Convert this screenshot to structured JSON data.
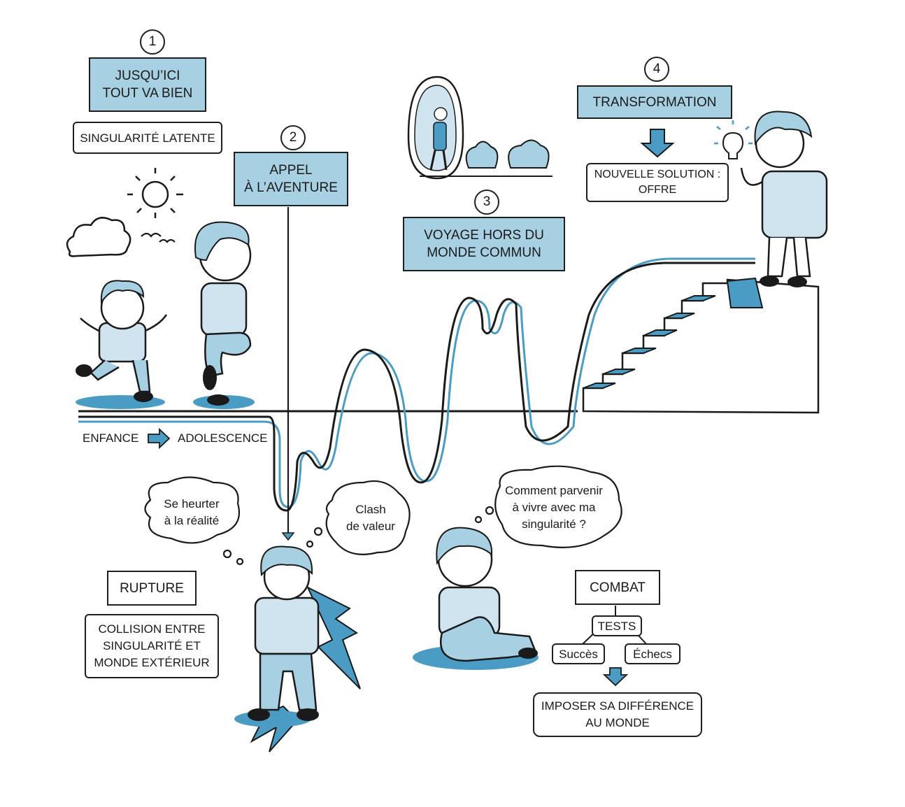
{
  "steps": [
    {
      "number": "1",
      "title": [
        "JUSQU’ICI",
        "TOUT VA BIEN"
      ],
      "subtitle": "SINGULARITÉ LATENTE"
    },
    {
      "number": "2",
      "title": [
        "APPEL",
        "À L’AVENTURE"
      ]
    },
    {
      "number": "3",
      "title": [
        "VOYAGE HORS DU",
        "MONDE COMMUN"
      ]
    },
    {
      "number": "4",
      "title": [
        "TRANSFORMATION"
      ],
      "subtitle": [
        "NOUVELLE SOLUTION :",
        "OFFRE"
      ]
    }
  ],
  "timeline": {
    "from": "ENFANCE",
    "to": "ADOLESCENCE"
  },
  "rupture": {
    "title": "RUPTURE",
    "desc": [
      "COLLISION ENTRE",
      "SINGULARITÉ ET",
      "MONDE EXTÉRIEUR"
    ]
  },
  "thoughts": {
    "left": [
      "Se heurter",
      "à la réalité"
    ],
    "clash": [
      "Clash",
      "de valeur"
    ],
    "question": [
      "Comment parvenir",
      "à vivre avec ma",
      "singularité ?"
    ]
  },
  "combat": {
    "title": "COMBAT",
    "tests": "TESTS",
    "success": "Succès",
    "failure": "Échecs",
    "result": [
      "IMPOSER SA DIFFÉRENCE",
      "AU MONDE"
    ]
  },
  "colors": {
    "accent": "#4a9cc4",
    "light": "#a8d0e3",
    "ink": "#1a1a1a"
  },
  "icons": [
    "sun-icon",
    "cloud-icon",
    "birds-icon",
    "lightbulb-icon",
    "arrow-right-icon",
    "arrow-down-icon"
  ]
}
